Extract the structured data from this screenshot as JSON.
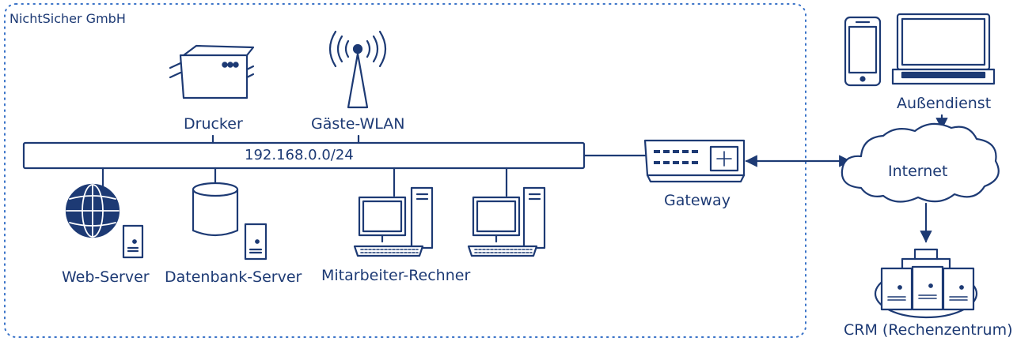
{
  "diagram": {
    "company": "NichtSicher GmbH",
    "network": "192.168.0.0/24",
    "nodes": {
      "printer": "Drucker",
      "guest_wlan": "Gäste-WLAN",
      "web_server": "Web-Server",
      "db_server": "Datenbank-Server",
      "employee_pcs": "Mitarbeiter-Rechner",
      "gateway": "Gateway",
      "field_service": "Außendienst",
      "internet": "Internet",
      "crm": "CRM (Rechenzentrum)"
    },
    "colors": {
      "ink": "#1d3a74",
      "frame": "#3a73c8"
    }
  }
}
